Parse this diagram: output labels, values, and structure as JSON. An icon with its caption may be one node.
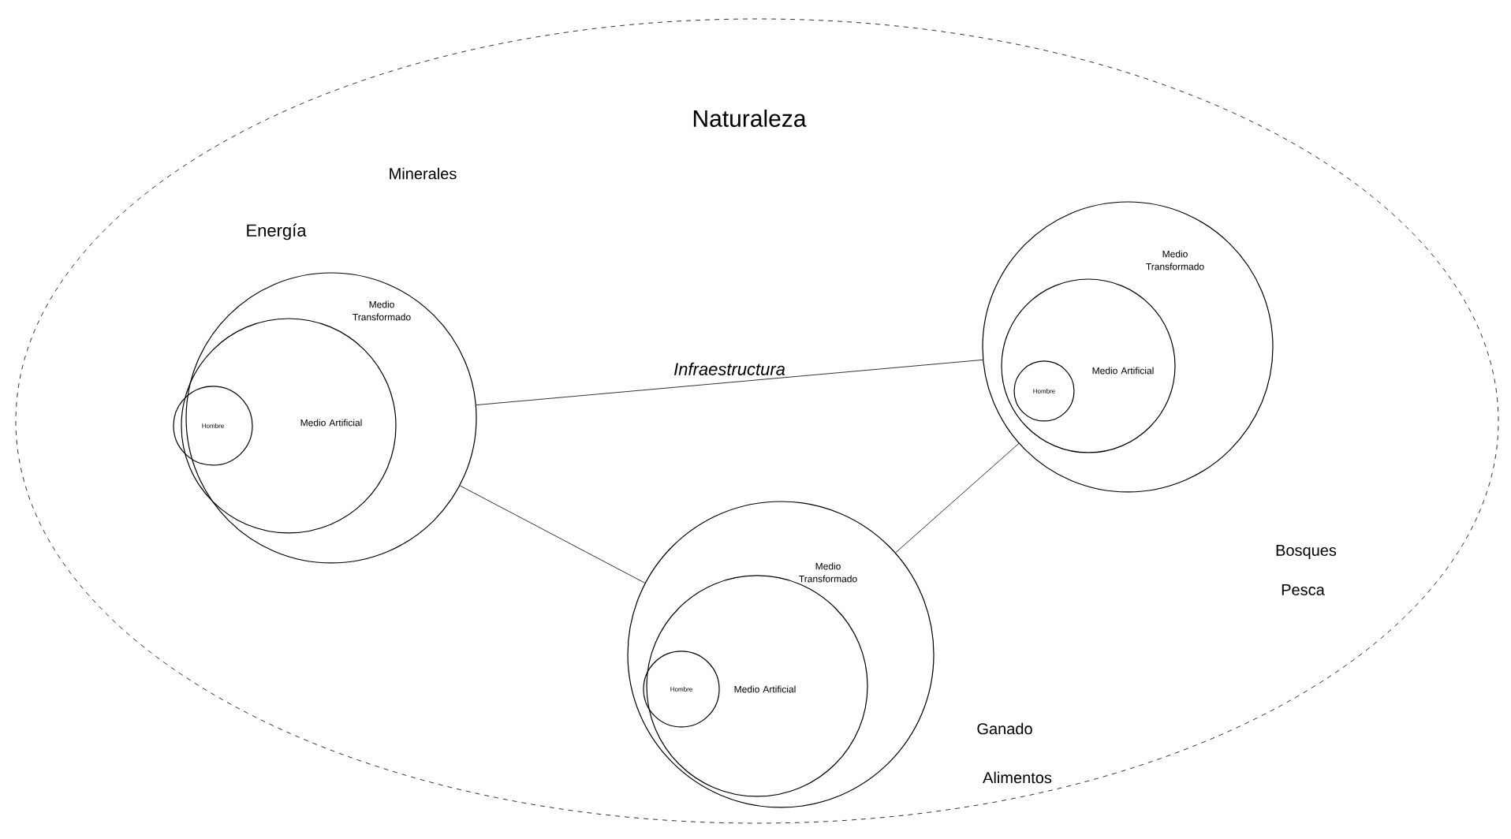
{
  "diagram": {
    "nodes": [
      {
        "text": [
          "Naturaleza"
        ]
      },
      {
        "text": [
          "Medio Transformado"
        ],
        "in": 0
      },
      {
        "text": [
          "Medio Artificial"
        ],
        "in": 1
      },
      {
        "text": [
          "Hombre"
        ],
        "in": 2
      },
      {
        "text": [
          "Medio Transformado"
        ],
        "in": 0
      },
      {
        "text": [
          "Medio Artificial"
        ],
        "in": 4
      },
      {
        "text": [
          "Hombre"
        ],
        "in": 5
      },
      {
        "text": [
          "Medio Transformado"
        ],
        "in": 0
      },
      {
        "text": [
          "Medio Artificial"
        ],
        "in": 7
      },
      {
        "text": [
          "Hombre"
        ],
        "in": 8
      }
    ],
    "edges": [
      {
        "from": 1,
        "to": 4,
        "arrow": "none",
        "label": "Infraestructura"
      },
      {
        "from": 1,
        "to": 7,
        "arrow": "none"
      },
      {
        "from": 7,
        "to": 4,
        "arrow": "none"
      }
    ],
    "labels": [
      "Minerales",
      "Energía",
      "Bosques",
      "Pesca",
      "Ganado",
      "Alimentos"
    ]
  }
}
